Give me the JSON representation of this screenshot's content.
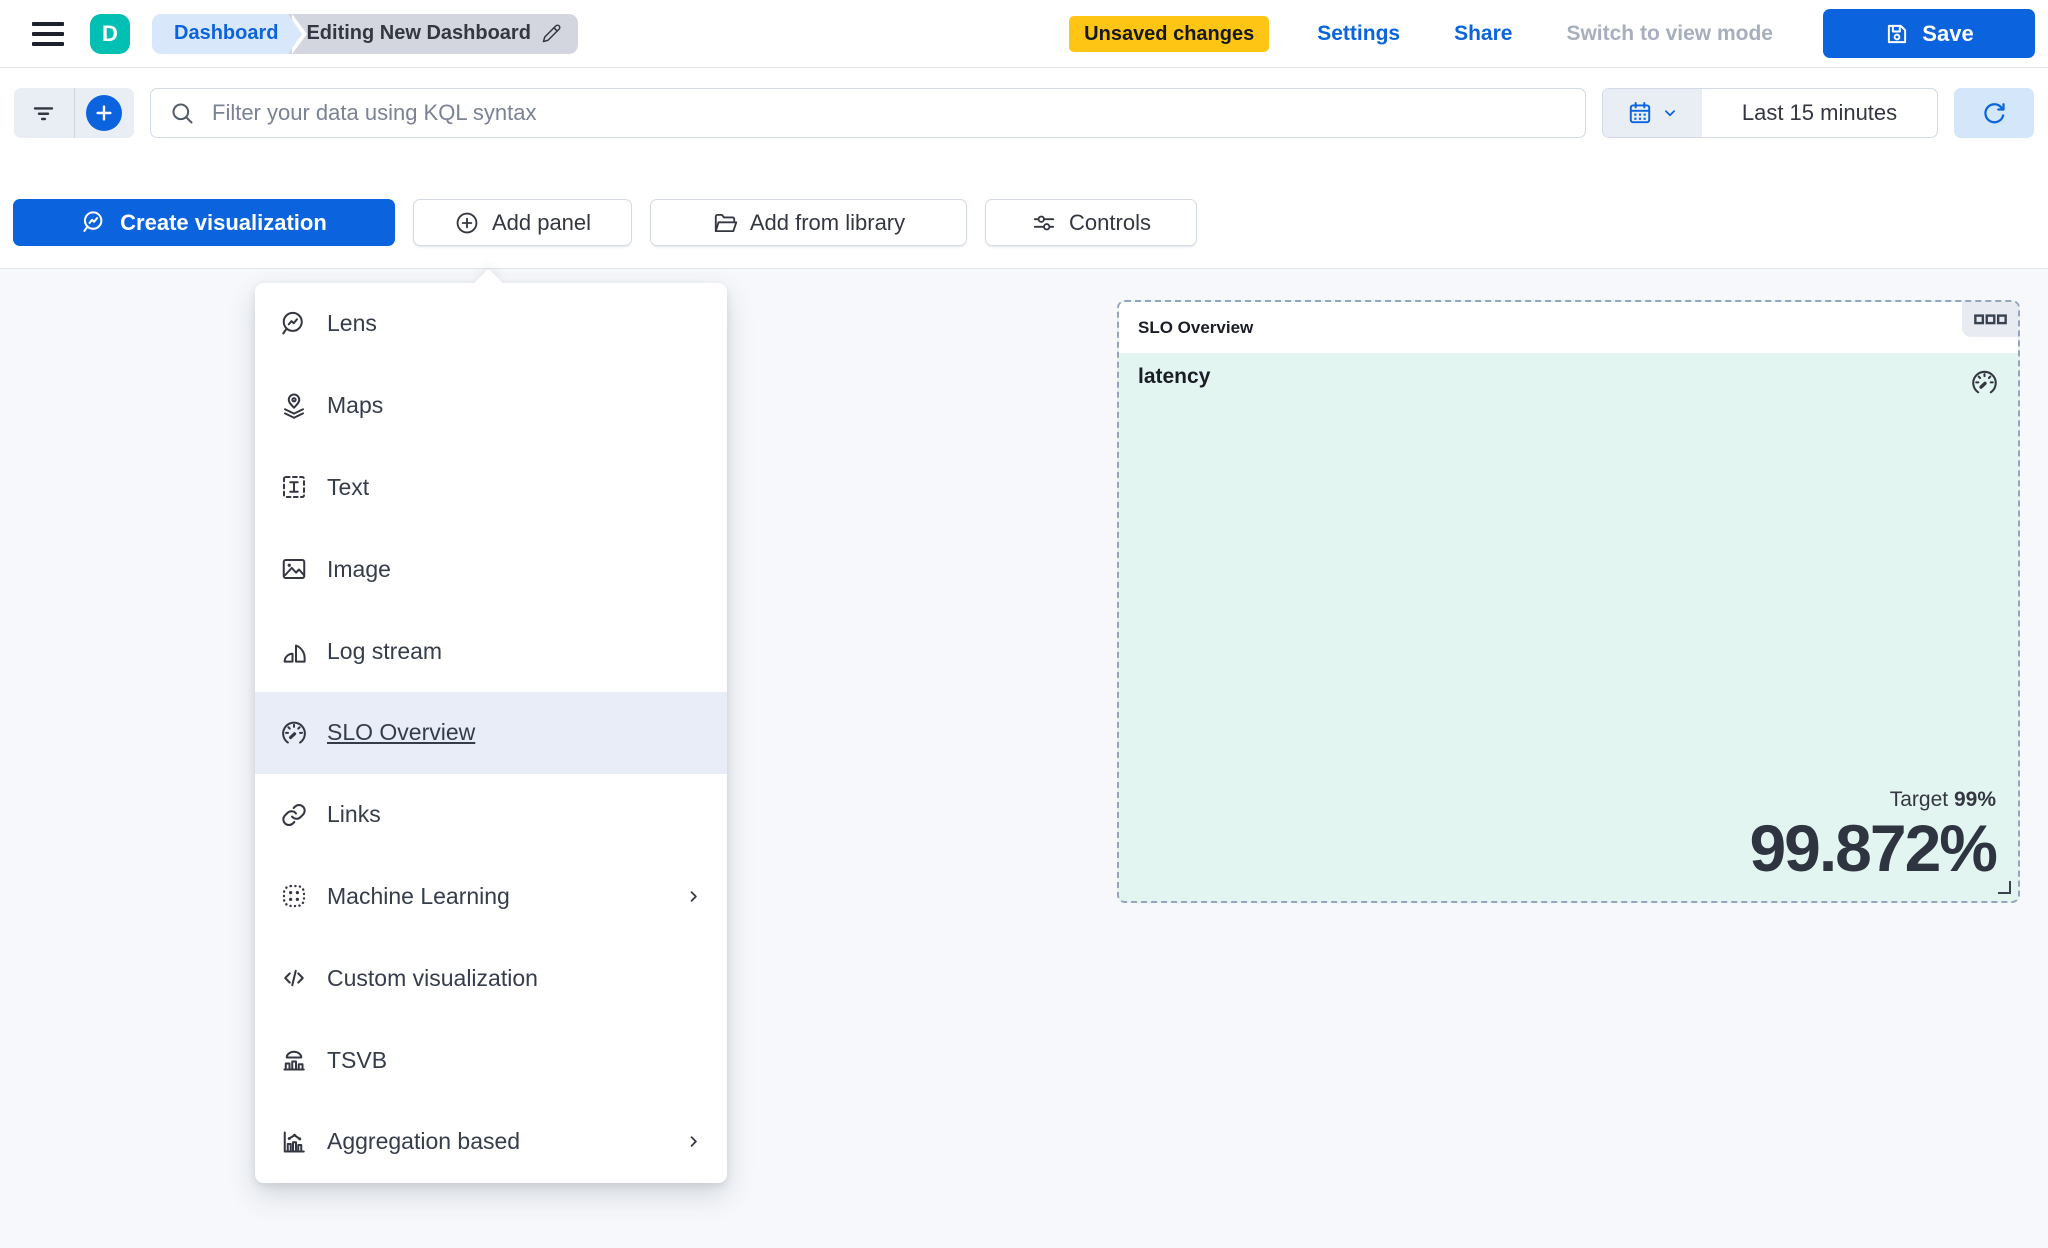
{
  "header": {
    "logo_letter": "D",
    "breadcrumbs": [
      "Dashboard",
      "Editing New Dashboard"
    ],
    "unsaved_badge": "Unsaved changes",
    "settings_label": "Settings",
    "share_label": "Share",
    "switch_view_label": "Switch to view mode",
    "save_label": "Save"
  },
  "query_bar": {
    "search_placeholder": "Filter your data using KQL syntax",
    "time_range": "Last 15 minutes"
  },
  "toolbar": {
    "create_visualization_label": "Create visualization",
    "add_panel_label": "Add panel",
    "add_from_library_label": "Add from library",
    "controls_label": "Controls"
  },
  "add_panel_menu": {
    "items": [
      {
        "label": "Lens",
        "icon": "lens-icon",
        "highlighted": false,
        "submenu": false
      },
      {
        "label": "Maps",
        "icon": "maps-icon",
        "highlighted": false,
        "submenu": false
      },
      {
        "label": "Text",
        "icon": "text-icon",
        "highlighted": false,
        "submenu": false
      },
      {
        "label": "Image",
        "icon": "image-icon",
        "highlighted": false,
        "submenu": false
      },
      {
        "label": "Log stream",
        "icon": "log-stream-icon",
        "highlighted": false,
        "submenu": false
      },
      {
        "label": "SLO Overview",
        "icon": "gauge-icon",
        "highlighted": true,
        "submenu": false
      },
      {
        "label": "Links",
        "icon": "link-icon",
        "highlighted": false,
        "submenu": false
      },
      {
        "label": "Machine Learning",
        "icon": "machine-learning-icon",
        "highlighted": false,
        "submenu": true
      },
      {
        "label": "Custom visualization",
        "icon": "code-icon",
        "highlighted": false,
        "submenu": false
      },
      {
        "label": "TSVB",
        "icon": "tsvb-icon",
        "highlighted": false,
        "submenu": false
      },
      {
        "label": "Aggregation based",
        "icon": "aggregation-icon",
        "highlighted": false,
        "submenu": true
      }
    ]
  },
  "slo_panel": {
    "title": "SLO Overview",
    "metric_name": "latency",
    "target_label": "Target",
    "target_value": "99%",
    "value": "99.872%"
  },
  "colors": {
    "primary_blue": "#0b64dd",
    "logo_teal": "#00bfb3",
    "warning_yellow": "#fec514",
    "panel_mint": "#e3f5f1",
    "canvas_gray": "#f6f8fb"
  }
}
